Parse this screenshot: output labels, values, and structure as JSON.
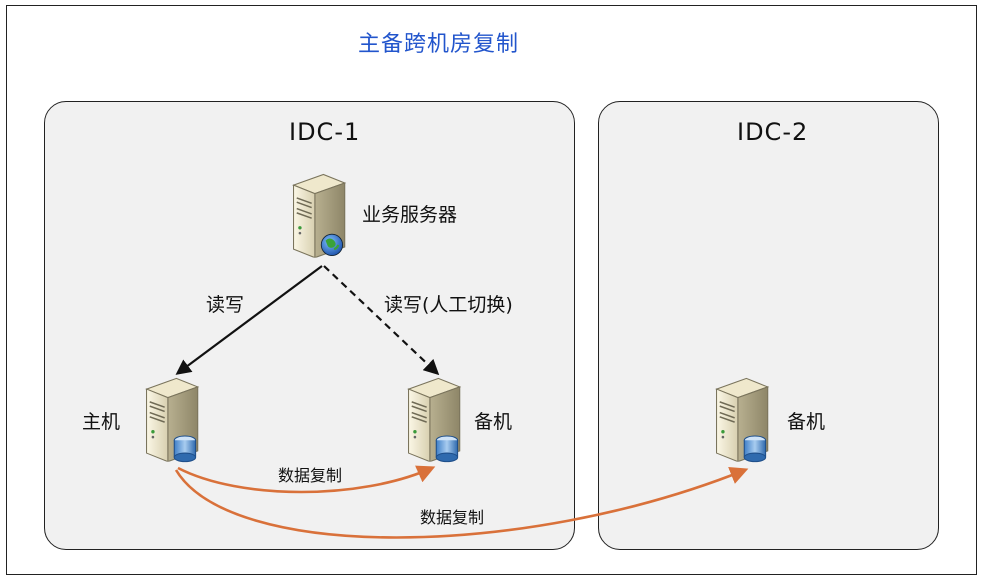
{
  "title": "主备跨机房复制",
  "idc1": {
    "label": "IDC-1"
  },
  "idc2": {
    "label": "IDC-2"
  },
  "nodes": {
    "app_server": {
      "label": "业务服务器",
      "icon": "web-server-icon"
    },
    "primary": {
      "label": "主机",
      "icon": "database-server-icon"
    },
    "standby_local": {
      "label": "备机",
      "icon": "database-server-icon"
    },
    "standby_remote": {
      "label": "备机",
      "icon": "database-server-icon"
    }
  },
  "edges": {
    "rw_primary": {
      "label": "读写",
      "style": "solid"
    },
    "rw_standby": {
      "label": "读写(人工切换)",
      "style": "dashed"
    },
    "repl_local": {
      "label": "数据复制",
      "color": "#d9713a"
    },
    "repl_remote": {
      "label": "数据复制",
      "color": "#d9713a"
    }
  }
}
